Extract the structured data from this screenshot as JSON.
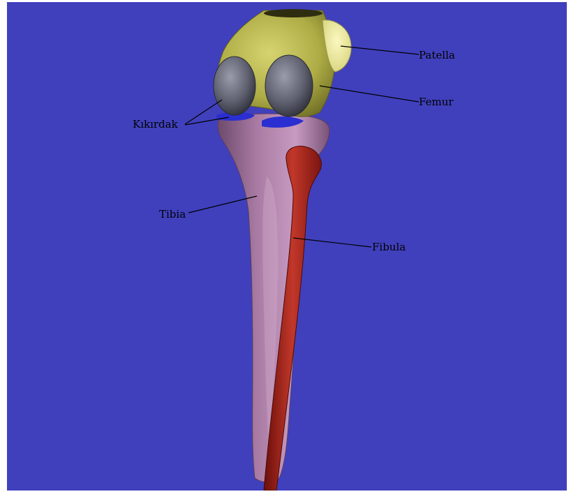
{
  "colors": {
    "background": "#4040bd",
    "femur": "#b5b44e",
    "patella": "#e8e69a",
    "cartilage": "#2b2fd1",
    "condyle": "#6d6f7d",
    "tibia": "#9d6e98",
    "fibula": "#a12318",
    "leader_line": "#000000"
  },
  "labels": {
    "patella": "Patella",
    "femur": "Femur",
    "kikirdak": "Kıkırdak",
    "tibia": "Tibia",
    "fibula": "Fibula"
  }
}
